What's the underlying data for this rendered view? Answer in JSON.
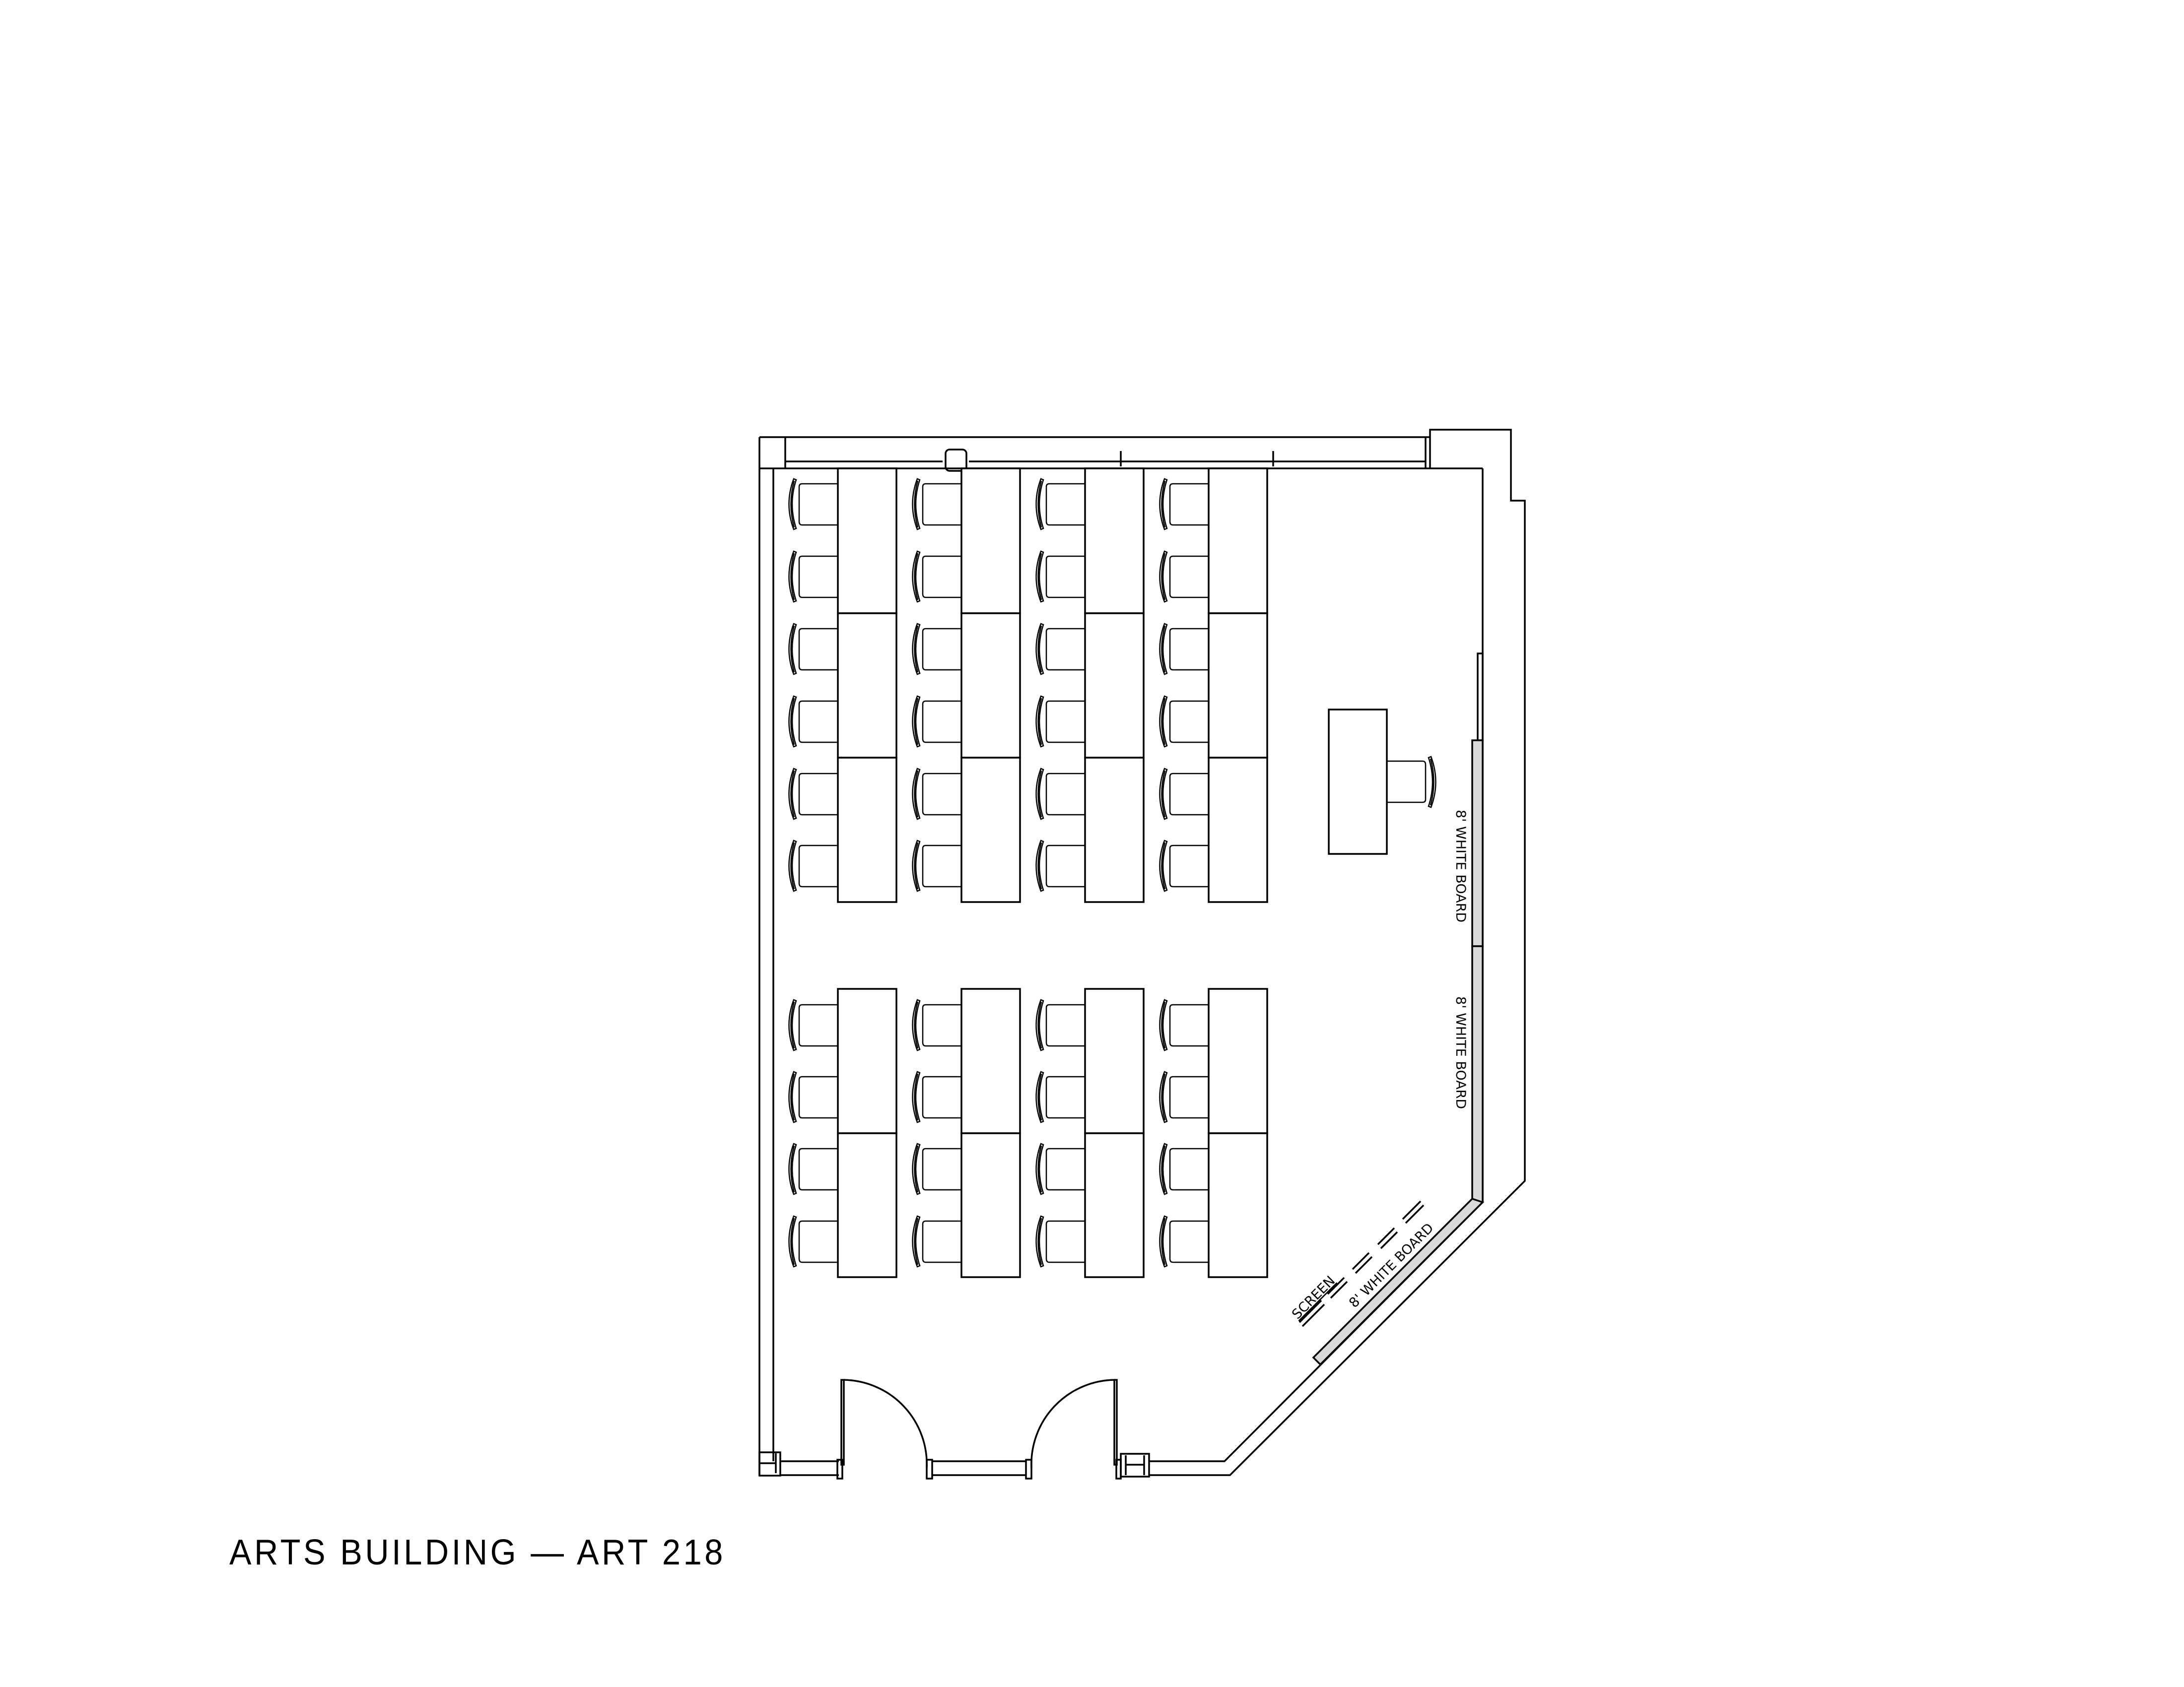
{
  "drawing": {
    "title": "ARTS BUILDING  —  ART 218",
    "building": "ARTS BUILDING",
    "room": "ART 218"
  },
  "labels": {
    "whiteboard_right_upper": "8' WHITE BOARD",
    "whiteboard_right_lower": "8' WHITE BOARD",
    "whiteboard_diagonal": "8' WHITE BOARD",
    "screen": "SCREEN"
  },
  "layout": {
    "upper_block": {
      "columns": 4,
      "chairs_per_column": 6,
      "desks_per_column": 3
    },
    "lower_block": {
      "columns": 4,
      "chairs_per_column": 4,
      "desks_per_column": 2
    },
    "instructor_station": {
      "desks": 1,
      "chairs": 1
    },
    "doors": 2,
    "total_student_seats": 40
  },
  "colors": {
    "line": "#000000",
    "whiteboard_fill": "#d9d9d9",
    "background": "#ffffff"
  }
}
